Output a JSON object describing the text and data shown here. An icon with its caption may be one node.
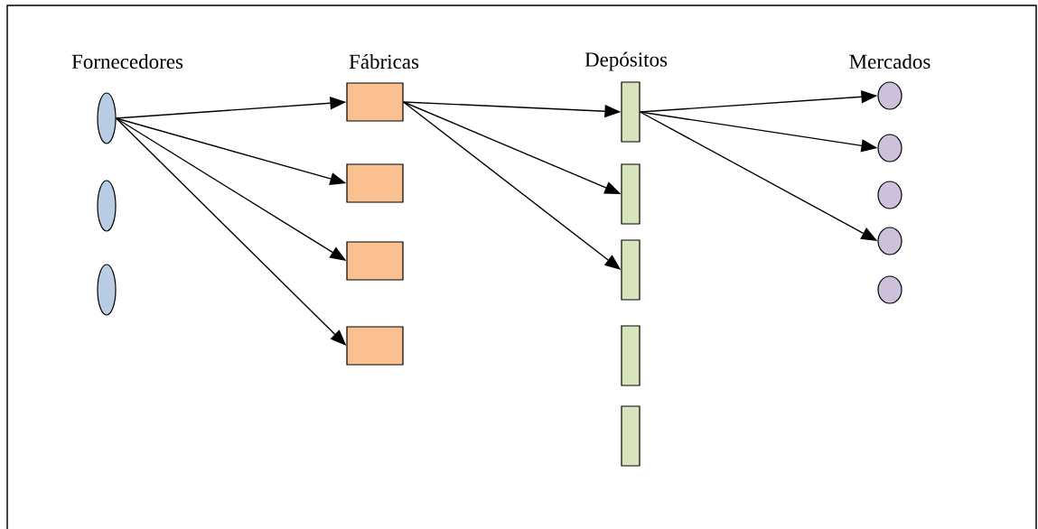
{
  "diagram": {
    "nodes": [
      {
        "text": [],
        "shape": "ellipse"
      },
      {
        "text": [],
        "shape": "ellipse"
      },
      {
        "text": [],
        "shape": "ellipse"
      },
      {
        "text": [],
        "shape": "box"
      },
      {
        "text": [],
        "shape": "box"
      },
      {
        "text": [],
        "shape": "box"
      },
      {
        "text": [],
        "shape": "box"
      },
      {
        "text": [],
        "shape": "bar"
      },
      {
        "text": [],
        "shape": "bar"
      },
      {
        "text": [],
        "shape": "bar"
      },
      {
        "text": [],
        "shape": "bar"
      },
      {
        "text": [],
        "shape": "bar"
      },
      {
        "text": [],
        "shape": "circle"
      },
      {
        "text": [],
        "shape": "circle"
      },
      {
        "text": [],
        "shape": "circle"
      },
      {
        "text": [],
        "shape": "circle"
      },
      {
        "text": [],
        "shape": "circle"
      }
    ],
    "edges": [
      {
        "from": 0,
        "to": 3,
        "arrow": "to"
      },
      {
        "from": 0,
        "to": 4,
        "arrow": "to"
      },
      {
        "from": 0,
        "to": 5,
        "arrow": "to"
      },
      {
        "from": 0,
        "to": 6,
        "arrow": "to"
      },
      {
        "from": 3,
        "to": 7,
        "arrow": "to"
      },
      {
        "from": 3,
        "to": 8,
        "arrow": "to"
      },
      {
        "from": 3,
        "to": 9,
        "arrow": "to"
      },
      {
        "from": 7,
        "to": 12,
        "arrow": "to"
      },
      {
        "from": 7,
        "to": 13,
        "arrow": "to"
      },
      {
        "from": 7,
        "to": 15,
        "arrow": "to"
      }
    ],
    "labels": [
      "Fornecedores",
      "Fábricas",
      "Depósitos",
      "Mercados"
    ]
  }
}
